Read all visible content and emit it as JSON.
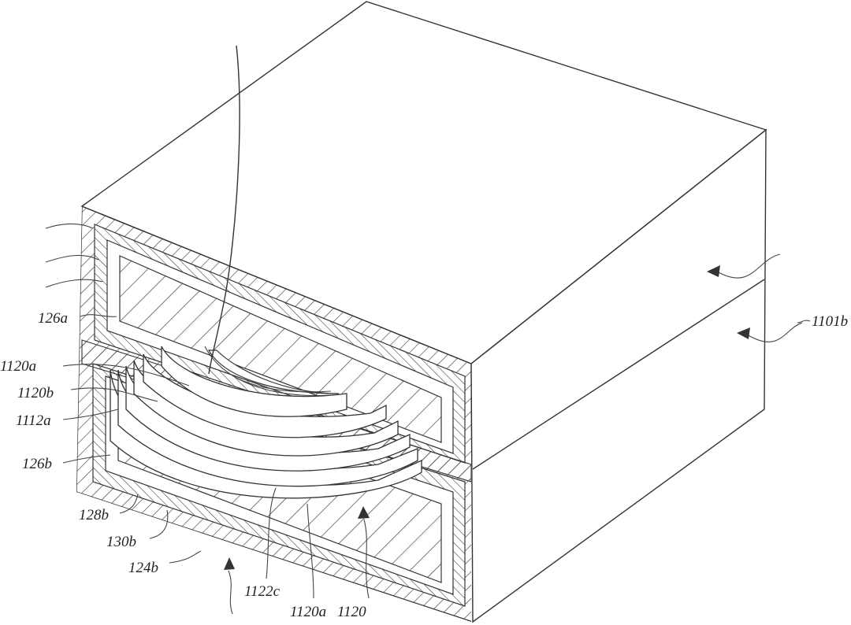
{
  "figure": {
    "labels": {
      "l1101b": "1101b",
      "l126a": "126a",
      "l1120a_top": "1120a",
      "l1120b": "1120b",
      "l1112a": "1112a",
      "l126b": "126b",
      "l128b": "128b",
      "l130b": "130b",
      "l124b": "124b",
      "l1122c": "1122c",
      "l1120a_bottom": "1120a",
      "l1120": "1120"
    }
  }
}
